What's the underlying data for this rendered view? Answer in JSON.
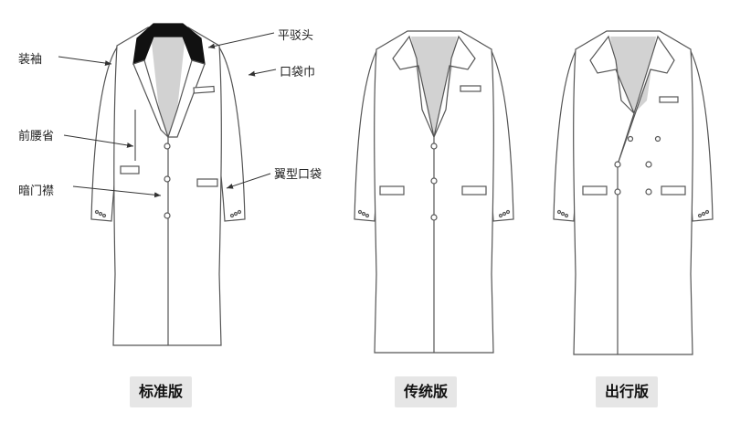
{
  "callouts": {
    "flat_lapel": "平驳头",
    "pocket_flap": "口袋巾",
    "set_in_sleeve": "装袖",
    "front_dart": "前腰省",
    "hidden_placket": "暗门襟",
    "flap_pocket": "翼型口袋"
  },
  "captions": {
    "standard": "标准版",
    "traditional": "传统版",
    "double_breasted": "出行版"
  },
  "colors": {
    "coat_fill": "#ffffff",
    "lining_gray": "#d2d2d2",
    "outline": "#555555",
    "collar_black": "#111111"
  }
}
